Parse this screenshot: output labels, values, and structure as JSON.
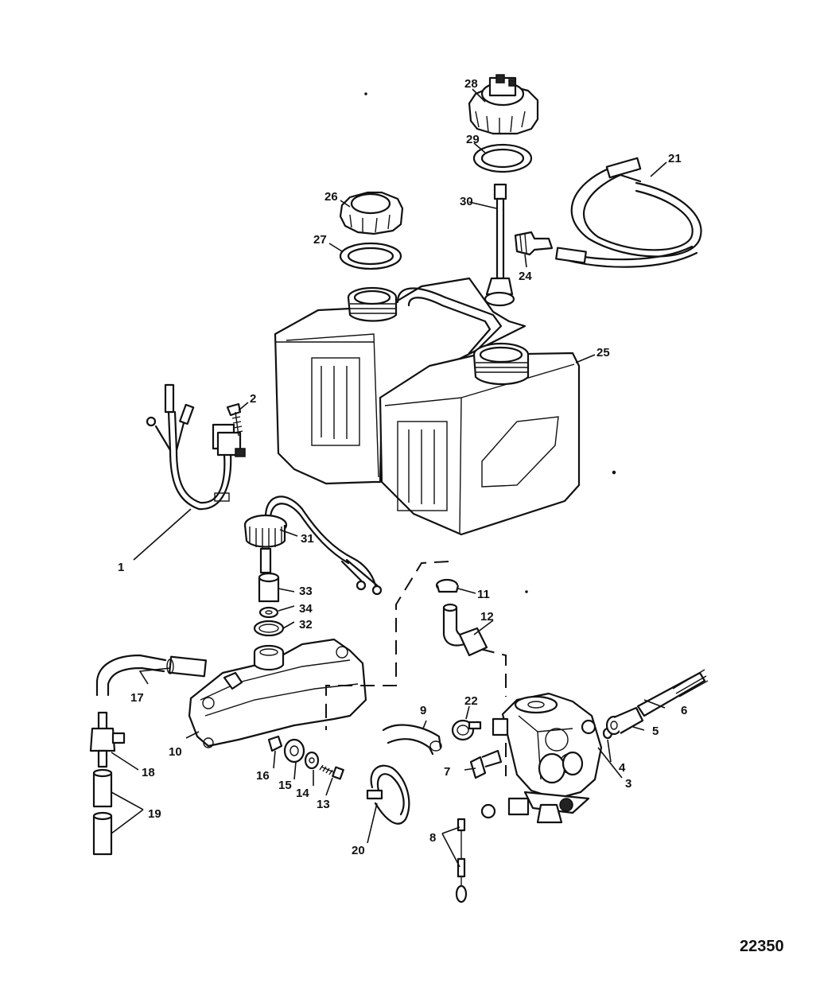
{
  "diagram": {
    "reference_number": "22350",
    "callouts": [
      "1",
      "2",
      "3",
      "4",
      "5",
      "6",
      "7",
      "8",
      "9",
      "10",
      "11",
      "12",
      "13",
      "14",
      "15",
      "16",
      "17",
      "18",
      "19",
      "20",
      "21",
      "22",
      "24",
      "25",
      "26",
      "27",
      "28",
      "29",
      "30",
      "31",
      "32",
      "33",
      "34"
    ]
  }
}
